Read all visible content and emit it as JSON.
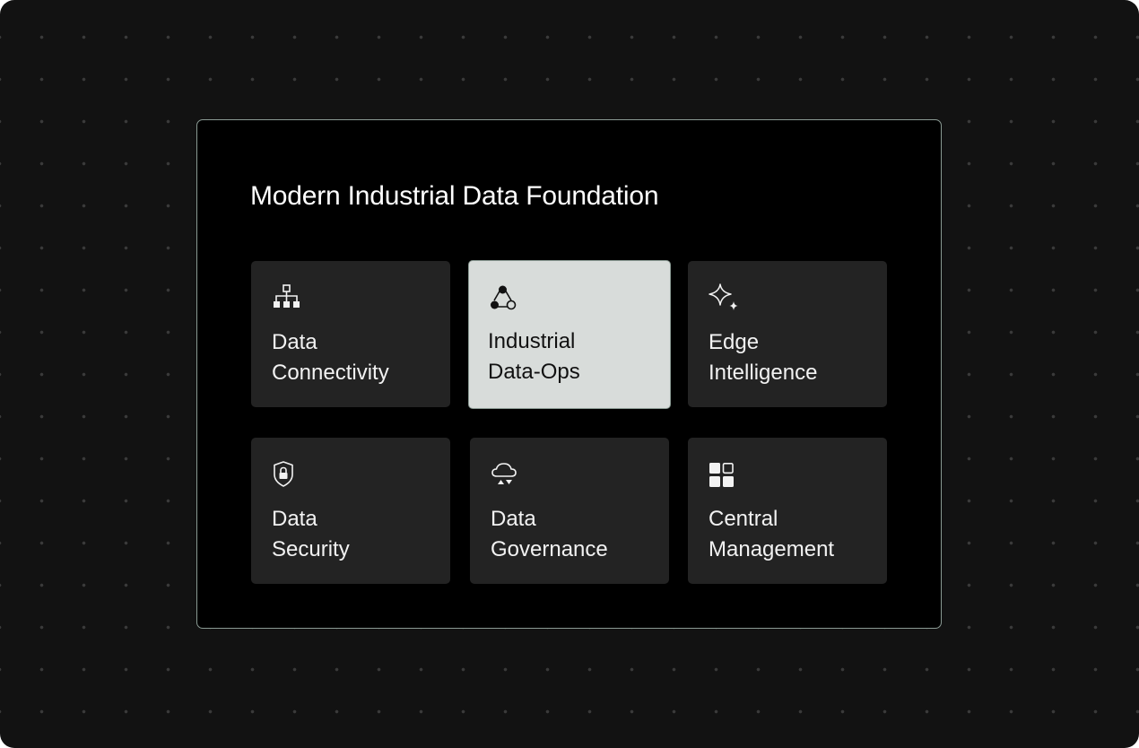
{
  "panel": {
    "title": "Modern Industrial Data Foundation"
  },
  "colors": {
    "background": "#121212",
    "dot": "#3a3a3a",
    "panel_bg": "#000000",
    "panel_border": "#8a9a93",
    "card_bg": "#232323",
    "card_active_bg": "#d8dcda",
    "text_light": "#f2f2f2",
    "text_dark": "#111111"
  },
  "cards": [
    {
      "line1": "Data",
      "line2": "Connectivity",
      "icon": "hierarchy-icon",
      "active": false
    },
    {
      "line1": "Industrial",
      "line2": "Data-Ops",
      "icon": "nodes-cycle-icon",
      "active": true
    },
    {
      "line1": "Edge",
      "line2": "Intelligence",
      "icon": "sparkle-icon",
      "active": false
    },
    {
      "line1": "Data",
      "line2": "Security",
      "icon": "shield-lock-icon",
      "active": false
    },
    {
      "line1": "Data",
      "line2": "Governance",
      "icon": "cloud-sync-icon",
      "active": false
    },
    {
      "line1": "Central",
      "line2": "Management",
      "icon": "grid-squares-icon",
      "active": false
    }
  ]
}
